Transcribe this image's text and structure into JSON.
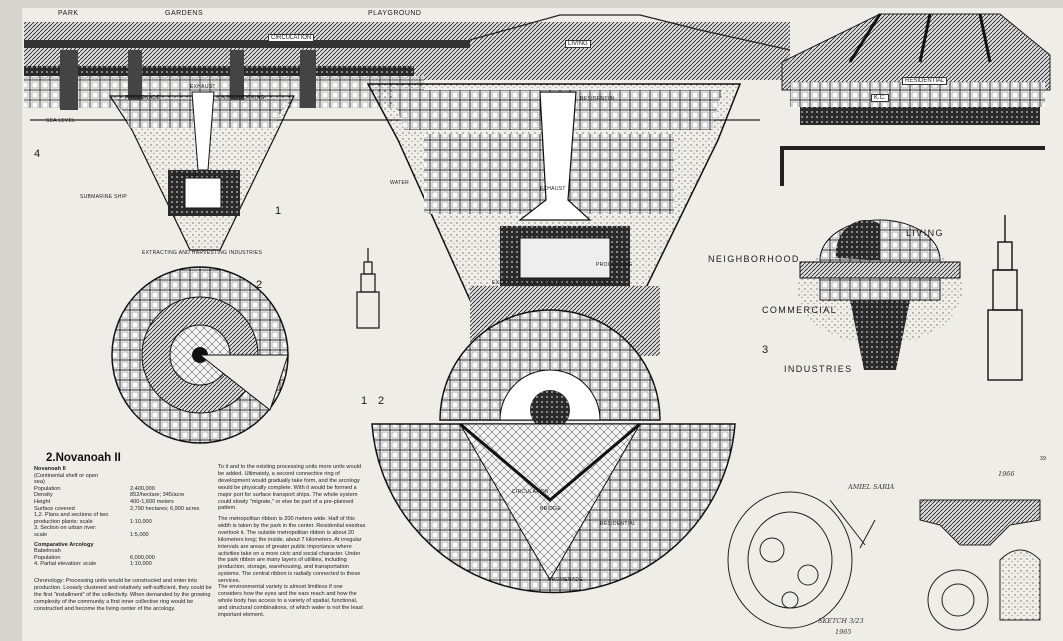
{
  "title": "2.Novanoah II",
  "labels": {
    "park": "PARK",
    "gardens": "GARDENS",
    "playground": "PLAYGROUND",
    "circulation": "CIRCULATION",
    "living_top": "LIVING",
    "residential": "RESIDENTIAL",
    "kc": "K.C.",
    "exhaust": "EXHAUST",
    "promenade": "PROMENADE",
    "living_working": "LIVING-WORKING",
    "sea_level": "SEA LEVEL",
    "submarine_ship": "SUBMARINE SHIP",
    "storage": "STORAGE",
    "extracting": "EXTRACTING AND HARVESTING INDUSTRIES",
    "water": "WATER",
    "processing": "PROCESSING",
    "bridge": "BRIDGE",
    "neighborhood": "NEIGHBORHOOD",
    "living": "LIVING",
    "commercial": "COMMERCIAL",
    "industries": "INDUSTRIES"
  },
  "figure_numbers": {
    "n1": "1",
    "n2": "2",
    "n3": "3",
    "n4": "4"
  },
  "page_number": "39",
  "sketch_notes": {
    "amiel": "AMIEL SARIA",
    "date_top": "1966",
    "signature": "SKETCH 3/23",
    "year": "1965"
  },
  "specs": {
    "heading1": "Novanoah II",
    "sub1": "(Continental shelf or open",
    "sub1b": "sea)",
    "rows": [
      {
        "k": "Population",
        "v": "2,400,000"
      },
      {
        "k": "Density",
        "v": "852/hectare; 345/acre"
      },
      {
        "k": "Height",
        "v": "400-1,600 meters"
      },
      {
        "k": "Surface covered",
        "v": "2,790 hectares; 6,900 acres"
      },
      {
        "k": "1,2. Plans and sections of two",
        "v": ""
      },
      {
        "k": "production plants: scale",
        "v": "1:10,000"
      },
      {
        "k": "3. Section on urban river:",
        "v": ""
      },
      {
        "k": "scale",
        "v": "1:5,000"
      },
      {
        "k": "",
        "v": ""
      }
    ],
    "heading2": "Comparative Arcology",
    "sub2": "Babelnoah",
    "rows2": [
      {
        "k": "Population",
        "v": "6,000,000"
      },
      {
        "k": "4. Partial elevation: scale",
        "v": "1:10,000"
      }
    ]
  },
  "body": {
    "chronology": "Chronology: Processing units would be constructed and enter into production. Loosely clustered and relatively self-sufficient, they could be the first \"installment\" of the collectivity. When demanded by the growing complexity of the community a first inner collective ring would be constructed and become the living center of the arcology.",
    "col2a": "To it and to the existing processing units more units would be added. Ultimately, a second connective ring of development would gradually take form, and the arcology would be physically complete. With it would be formed a major port for surface transport ships. The whole system could slowly \"migrate,\" or else be part of a pre-planned pattern.",
    "col2b": "The metropolitan ribbon is 200 meters wide. Half of this width is taken by the park in the center. Residential exedras overlook it. The outside metropolitan ribbon is about 20 kilometers long; the inside, about 7 kilometers. At irregular intervals are areas of greater public importance where activities take on a more civic and social character. Under the park ribbon are many layers of utilities, including production, storage, warehousing, and transportation systems. The central ribbon is radially connected to these services.",
    "col2c": "The environmental variety is almost limitless if one considers how the eyes and the ears reach and how the whole body has access to a variety of spatial, functional, and structural combinations, of which water is not the least important element."
  }
}
